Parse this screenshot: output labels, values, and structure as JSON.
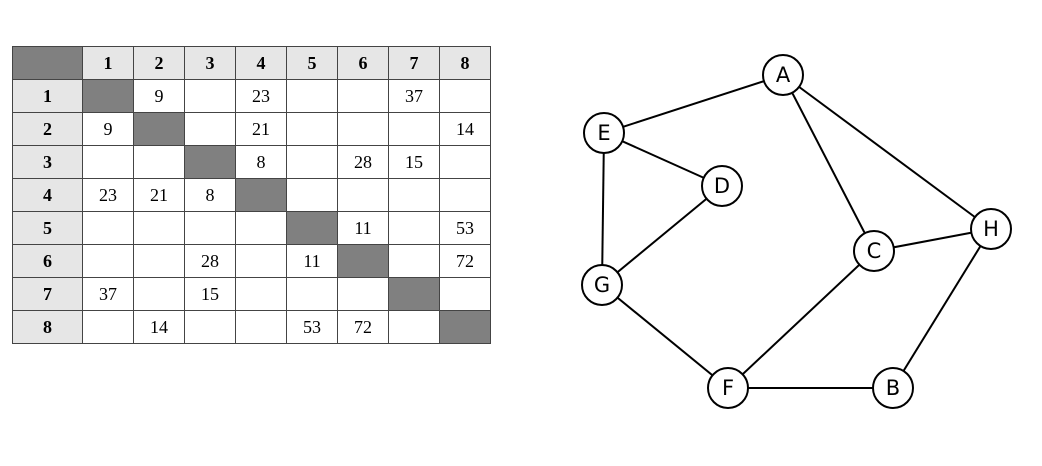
{
  "table": {
    "headers": [
      "1",
      "2",
      "3",
      "4",
      "5",
      "6",
      "7",
      "8"
    ],
    "rows": [
      {
        "label": "1",
        "cells": [
          "",
          "9",
          "",
          "23",
          "",
          "",
          "37",
          ""
        ]
      },
      {
        "label": "2",
        "cells": [
          "9",
          "",
          "",
          "21",
          "",
          "",
          "",
          "14"
        ]
      },
      {
        "label": "3",
        "cells": [
          "",
          "",
          "",
          "8",
          "",
          "28",
          "15",
          ""
        ]
      },
      {
        "label": "4",
        "cells": [
          "23",
          "21",
          "8",
          "",
          "",
          "",
          "",
          ""
        ]
      },
      {
        "label": "5",
        "cells": [
          "",
          "",
          "",
          "",
          "",
          "11",
          "",
          "53"
        ]
      },
      {
        "label": "6",
        "cells": [
          "",
          "",
          "28",
          "",
          "11",
          "",
          "",
          "72"
        ]
      },
      {
        "label": "7",
        "cells": [
          "37",
          "",
          "15",
          "",
          "",
          "",
          "",
          ""
        ]
      },
      {
        "label": "8",
        "cells": [
          "",
          "14",
          "",
          "",
          "53",
          "72",
          "",
          ""
        ]
      }
    ]
  },
  "graph": {
    "nodes": [
      "A",
      "B",
      "C",
      "D",
      "E",
      "F",
      "G",
      "H"
    ],
    "edges": [
      [
        "E",
        "A"
      ],
      [
        "E",
        "D"
      ],
      [
        "E",
        "G"
      ],
      [
        "G",
        "D"
      ],
      [
        "G",
        "F"
      ],
      [
        "A",
        "C"
      ],
      [
        "A",
        "H"
      ],
      [
        "C",
        "H"
      ],
      [
        "C",
        "F"
      ],
      [
        "F",
        "B"
      ],
      [
        "B",
        "H"
      ]
    ]
  }
}
